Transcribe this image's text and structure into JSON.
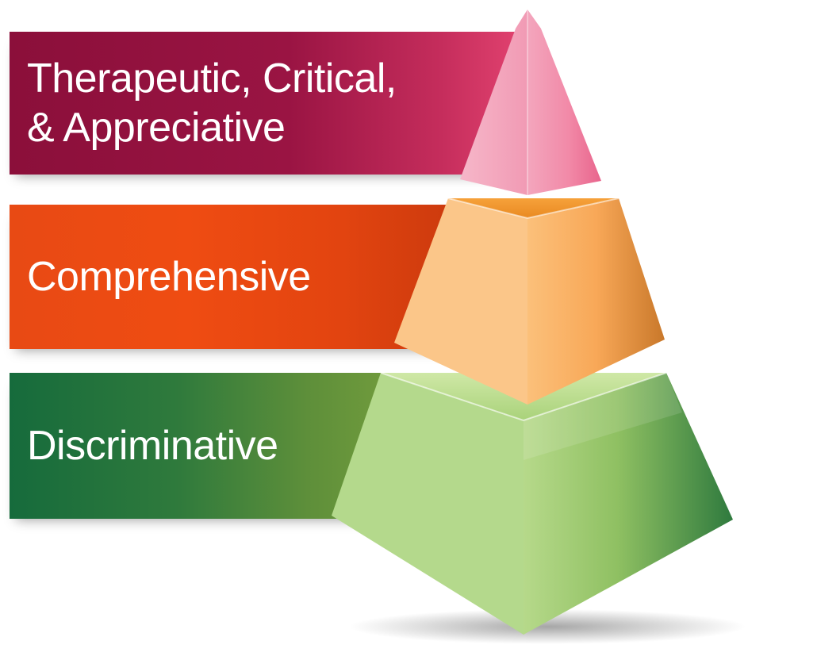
{
  "levels": [
    {
      "id": "top",
      "lines": [
        "Therapeutic, Critical,",
        "& Appreciative"
      ],
      "banner_color": "#9a1443",
      "tier_color": "#f07aa0"
    },
    {
      "id": "middle",
      "lines": [
        "Comprehensive"
      ],
      "banner_color": "#ef4c12",
      "tier_color": "#f7a85a"
    },
    {
      "id": "bottom",
      "lines": [
        "Discriminative"
      ],
      "banner_color": "#2f7a3c",
      "tier_color": "#8cc063"
    }
  ]
}
